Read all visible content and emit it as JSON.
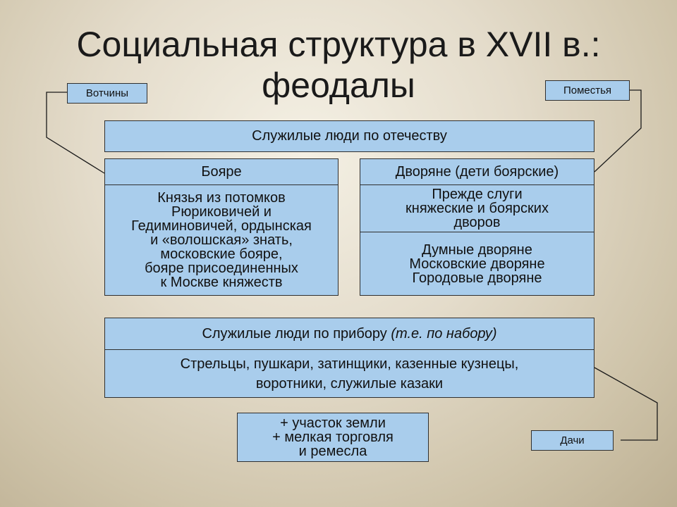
{
  "title": "Социальная структура в XVII в.:\nфеодалы",
  "labels": {
    "votchiny": "Вотчины",
    "pomestya": "Поместья",
    "dachi": "Дачи"
  },
  "service_by_fatherland": "Служилые люди по отечеству",
  "boyars": {
    "heading": "Бояре",
    "body": "Князья из потомков\nРюриковичей и\nГедиминовичей, ордынская\nи «волошская» знать,\nмосковские бояре,\nбояре присоединенных\nк Москве княжеств"
  },
  "nobles": {
    "heading": "Дворяне (дети боярские)",
    "before": "Прежде слуги\nкняжеские и боярских\nдворов",
    "ranks": "Думные дворяне\nМосковские дворяне\nГородовые дворяне"
  },
  "service_by_recruitment": {
    "heading": "Служилые люди по прибору",
    "heading_note": "(т.е. по набору)",
    "body": "Стрельцы, пушкари, затинщики, казенные кузнецы,\nворотники, служилые казаки"
  },
  "benefits": "+ участок земли\n+ мелкая торговля\nи ремесла"
}
